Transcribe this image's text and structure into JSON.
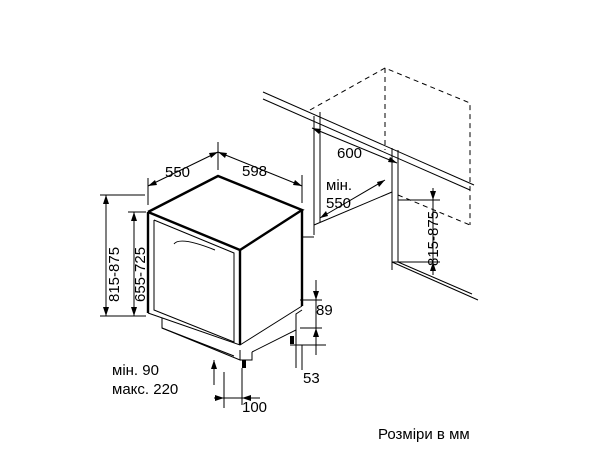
{
  "dimensions": {
    "depth": "550",
    "width": "598",
    "niche_width": "600",
    "niche_depth_min_label": "мін.",
    "niche_depth_min": "550",
    "total_height": "815-875",
    "body_height": "655-725",
    "niche_height": "815-875",
    "plinth_height": "89",
    "plinth_depth": "53",
    "foot_setback": "100",
    "gap_min": "мін. 90",
    "gap_max": "макс. 220"
  },
  "caption": "Розміри в мм"
}
